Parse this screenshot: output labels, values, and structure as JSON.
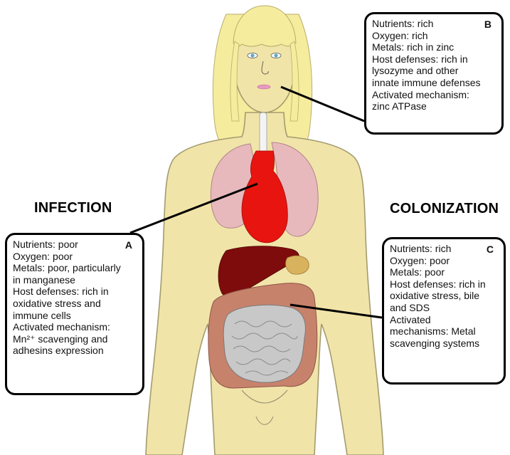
{
  "headings": {
    "infection": "INFECTION",
    "colonization": "COLONIZATION"
  },
  "boxes": {
    "a": {
      "tag": "A",
      "lines": [
        "Nutrients: poor",
        "Oxygen: poor",
        "Metals: poor, particularly",
        "in manganese",
        "Host defenses: rich in",
        "oxidative stress and",
        "immune cells",
        "Activated mechanism:",
        "Mn²⁺ scavenging and",
        "adhesins expression"
      ]
    },
    "b": {
      "tag": "B",
      "lines": [
        "Nutrients: rich",
        "Oxygen: rich",
        "Metals: rich in zinc",
        "Host defenses: rich in",
        "lysozyme and other",
        "innate immune defenses",
        " Activated mechanism:",
        "zinc ATPase"
      ]
    },
    "c": {
      "tag": "C",
      "lines": [
        "Nutrients: rich",
        "Oxygen: poor",
        "Metals: poor",
        "Host defenses: rich in",
        "oxidative stress, bile",
        "and SDS",
        "Activated",
        "mechanisms: Metal",
        "scavenging systems"
      ]
    }
  },
  "colors": {
    "skin": "#f1e4a9",
    "skin_outline": "#a39b6e",
    "hair": "#f6ec9e",
    "lungs": "#e7b9bc",
    "heart": "#e8140f",
    "liver": "#7e0c0c",
    "gallbladder": "#d9b25e",
    "large_intestine": "#c7826c",
    "small_intestine": "#c8c8c8"
  }
}
